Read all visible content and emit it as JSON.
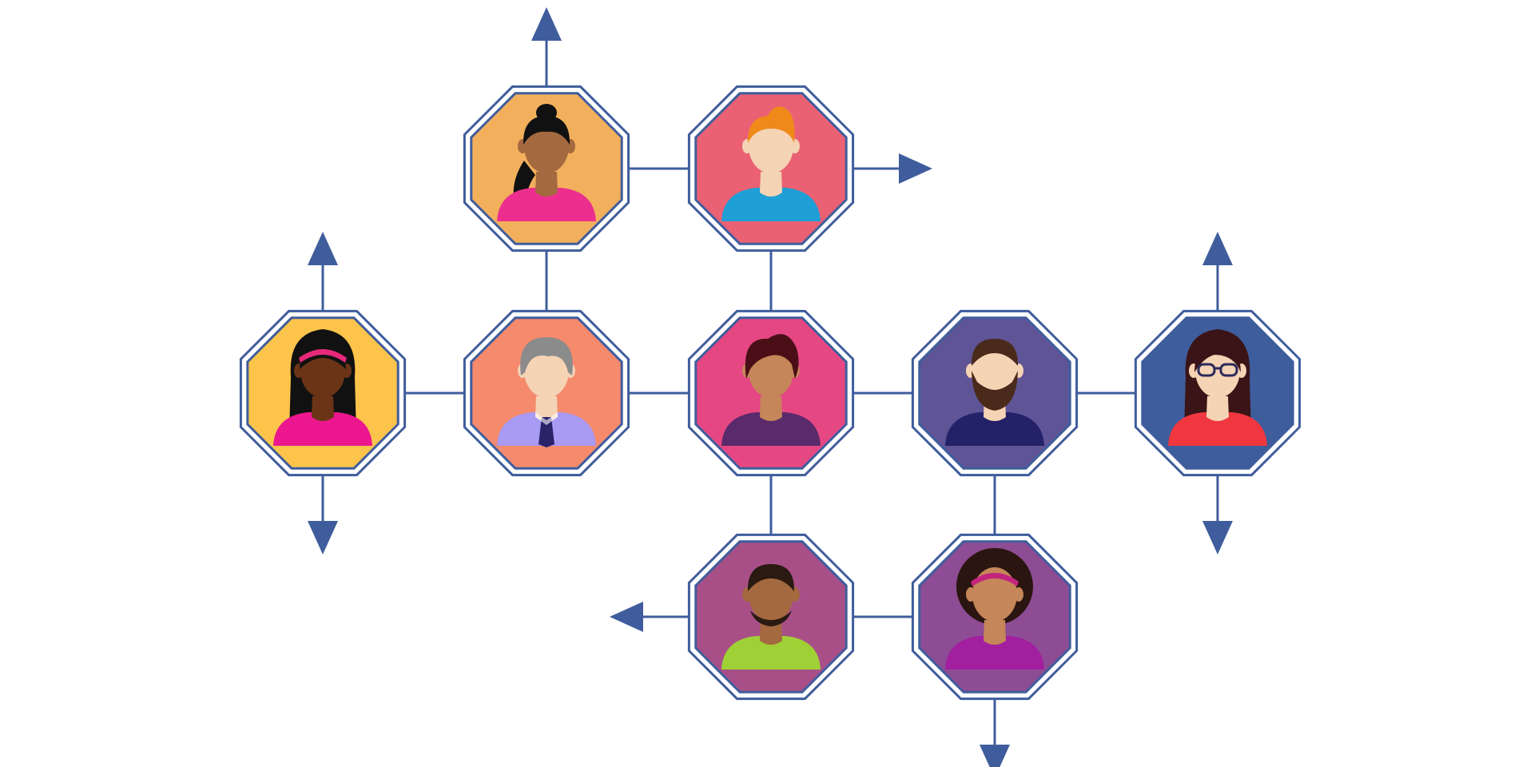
{
  "colors": {
    "line": "#3f5d9c",
    "octagon_border": "#3f5d9c",
    "background": "#ffffff"
  },
  "nodes": [
    {
      "id": "n1",
      "row": 0,
      "col": 1,
      "bg": "#f3b05c",
      "avatar": {
        "skin": "#a4693f",
        "hair": "#111111",
        "hairStyle": "ponytail",
        "shirt": "#ec2f8e"
      }
    },
    {
      "id": "n2",
      "row": 0,
      "col": 2,
      "bg": "#ea6173",
      "avatar": {
        "skin": "#f5d3b5",
        "hair": "#ef8a1a",
        "hairStyle": "quiff",
        "shirt": "#1e9fd6"
      }
    },
    {
      "id": "n3",
      "row": 1,
      "col": 0,
      "bg": "#fcc44b",
      "avatar": {
        "skin": "#6b3417",
        "hair": "#111111",
        "hairStyle": "long-headband",
        "headband": "#e8297a",
        "shirt": "#ec178e"
      }
    },
    {
      "id": "n4",
      "row": 1,
      "col": 1,
      "bg": "#f58a6c",
      "avatar": {
        "skin": "#f5d3b5",
        "hair": "#8b8b8b",
        "hairStyle": "gray",
        "shirt": "#a99af3",
        "tie": "#2a236a"
      }
    },
    {
      "id": "n5",
      "row": 1,
      "col": 2,
      "bg": "#e54783",
      "avatar": {
        "skin": "#c58659",
        "hair": "#4a0f16",
        "hairStyle": "short-bob",
        "shirt": "#5a2a6b"
      }
    },
    {
      "id": "n6",
      "row": 1,
      "col": 3,
      "bg": "#5f5496",
      "avatar": {
        "skin": "#f5d3b5",
        "hair": "#4a2a1b",
        "hairStyle": "beard",
        "shirt": "#232168"
      }
    },
    {
      "id": "n7",
      "row": 1,
      "col": 4,
      "bg": "#3e5d9d",
      "avatar": {
        "skin": "#f5d3b5",
        "hair": "#3a1416",
        "hairStyle": "long-glasses",
        "glasses": "#2a2a5a",
        "shirt": "#f0373f"
      }
    },
    {
      "id": "n8",
      "row": 2,
      "col": 2,
      "bg": "#a94f88",
      "avatar": {
        "skin": "#a4693f",
        "hair": "#2a1a12",
        "hairStyle": "short-goatee",
        "shirt": "#9fd036"
      }
    },
    {
      "id": "n9",
      "row": 2,
      "col": 3,
      "bg": "#8d4c93",
      "avatar": {
        "skin": "#c58659",
        "hair": "#2a1510",
        "hairStyle": "afro-headband",
        "headband": "#c2247e",
        "shirt": "#a21fa0"
      }
    }
  ],
  "edges": [
    [
      "n1",
      "n2"
    ],
    [
      "n1",
      "n4"
    ],
    [
      "n2",
      "n5"
    ],
    [
      "n3",
      "n4"
    ],
    [
      "n4",
      "n5"
    ],
    [
      "n5",
      "n6"
    ],
    [
      "n6",
      "n7"
    ],
    [
      "n5",
      "n8"
    ],
    [
      "n6",
      "n9"
    ],
    [
      "n8",
      "n9"
    ]
  ],
  "arrows": [
    {
      "node": "n1",
      "dir": "up"
    },
    {
      "node": "n2",
      "dir": "right"
    },
    {
      "node": "n3",
      "dir": "up"
    },
    {
      "node": "n3",
      "dir": "down"
    },
    {
      "node": "n7",
      "dir": "up"
    },
    {
      "node": "n7",
      "dir": "down"
    },
    {
      "node": "n8",
      "dir": "left"
    },
    {
      "node": "n9",
      "dir": "down"
    }
  ]
}
